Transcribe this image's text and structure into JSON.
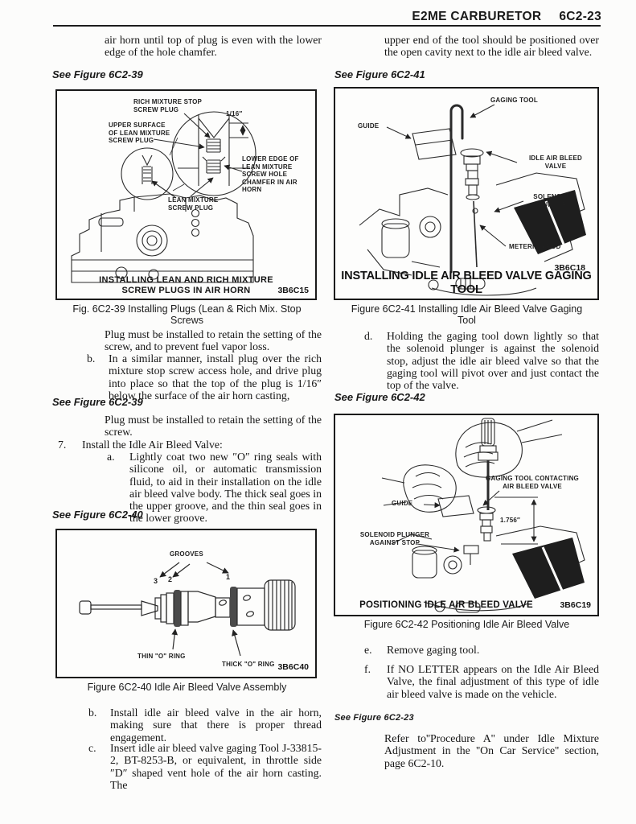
{
  "header": {
    "title": "E2ME CARBURETOR",
    "page_number": "6C2-23"
  },
  "left": {
    "para_top": "air horn until top of plug is even with the lower edge of the hole chamfer.",
    "see_39a": "See Figure 6C2-39",
    "fig39": {
      "label_rich": "RICH MIXTURE STOP SCREW PLUG",
      "label_dim": "1/16″",
      "label_upper": "UPPER SURFACE OF LEAN MIXTURE SCREW PLUG",
      "label_lower": "LOWER EDGE OF LEAN MIXTURE SCREW HOLE CHAMFER IN AIR HORN",
      "label_lean": "LEAN MIXTURE SCREW PLUG",
      "title1": "INSTALLING LEAN AND RICH MIXTURE",
      "title2": "SCREW PLUGS IN AIR HORN",
      "code": "3B6C15",
      "caption1": "Fig. 6C2-39 Installing Plugs (Lean & Rich Mix. Stop",
      "caption2": "Screws"
    },
    "para_plug1": "Plug must be installed to retain the setting of the screw, and to prevent fuel vapor loss.",
    "b1": {
      "label": "b.",
      "text": "In a similar manner, install plug over the rich mixture stop screw access hole, and drive plug into place so that the top of the plug is 1/16″ below the surface of the air horn casting,"
    },
    "see_39b": "See Figure 6C2-39",
    "para_plug2": "Plug must be installed to retain the setting of the screw.",
    "item7": {
      "label": "7.",
      "text": "Install the Idle Air Bleed Valve:"
    },
    "a1": {
      "label": "a.",
      "text": "Lightly coat two new ″O″ ring seals with silicone oil, or automatic transmission fluid, to aid in their installation on the idle air bleed valve body. The thick seal goes in the upper groove, and the thin seal goes in the lower groove."
    },
    "see_40": "See Figure 6C2-40",
    "fig40": {
      "label_grooves": "GROOVES",
      "n1": "1",
      "n2": "2",
      "n3": "3",
      "label_thin": "THIN \"O\" RING",
      "label_thick": "THICK \"O\" RING",
      "code": "3B6C40",
      "caption": "Figure 6C2-40 Idle Air Bleed Valve Assembly"
    },
    "b2": {
      "label": "b.",
      "text": "Install idle air bleed valve in the air horn, making sure that there is proper thread engagement."
    },
    "c1": {
      "label": "c.",
      "text": "Insert idle air bleed valve gaging Tool J-33815-2, BT-8253-B, or equivalent, in throttle side ″D″ shaped vent hole of the air horn casting. The"
    }
  },
  "right": {
    "para_top": "upper end of the tool should be positioned over the open cavity next to the idle air bleed valve.",
    "see_41": "See Figure 6C2-41",
    "fig41": {
      "label_gaging": "GAGING TOOL",
      "label_guide": "GUIDE",
      "label_valve": "IDLE AIR BLEED VALVE",
      "label_solenoid": "SOLENOID PLUNGER",
      "label_rod": "METERING ROD",
      "code": "3B6C18",
      "title": "INSTALLING IDLE AIR BLEED VALVE GAGING TOOL",
      "caption1": "Figure 6C2-41 Installing Idle Air Bleed Valve Gaging",
      "caption2": "Tool"
    },
    "d1": {
      "label": "d.",
      "text": "Holding the gaging tool down lightly so that the solenoid plunger is against the solenoid stop, adjust the idle air bleed valve so that the gaging tool will pivot over and just contact the top of the valve."
    },
    "see_42": "See Figure 6C2-42",
    "fig42": {
      "label_contact": "GAGING TOOL CONTACTING AIR BLEED VALVE",
      "label_guide": "GUIDE",
      "label_dim": "1.756″",
      "label_solenoid": "SOLENOID PLUNGER AGAINST STOP",
      "title": "POSITIONING IDLE AIR BLEED VALVE",
      "code": "3B6C19",
      "caption": "Figure 6C2-42 Positioning Idle Air Bleed Valve"
    },
    "e1": {
      "label": "e.",
      "text": "Remove gaging tool."
    },
    "f1": {
      "label": "f.",
      "text": "If NO LETTER appears on the Idle Air Bleed Valve, the final adjustment of this type of idle air bleed valve is made on the vehicle."
    },
    "see_23": "See Figure 6C2-23",
    "para_refer": "Refer to''Procedure A'' under Idle Mixture Adjustment in the ''On Car Service'' section, page 6C2-10."
  }
}
